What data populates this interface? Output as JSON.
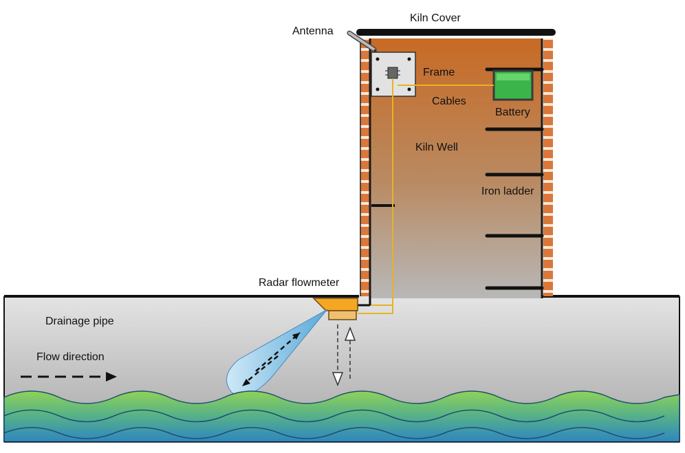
{
  "labels": {
    "kiln_cover": "Kiln Cover",
    "antenna": "Antenna",
    "frame": "Frame",
    "cables": "Cables",
    "battery": "Battery",
    "kiln_well": "Kiln Well",
    "iron_ladder": "Iron ladder",
    "radar_flowmeter": "Radar flowmeter",
    "drainage_pipe": "Drainage pipe",
    "flow_direction": "Flow direction"
  },
  "colors": {
    "well_top": "#c86a24",
    "well_bottom": "#b8b8b8",
    "brick": "#d2691e",
    "cable": "#e6b325",
    "battery": "#3bb54a",
    "water_top": "#7ec850",
    "water_bottom": "#2e86c1",
    "pipe_top": "#e8e8e8",
    "pipe_bottom": "#a9a9a9",
    "flowmeter": "#f5a623"
  },
  "icons": {
    "antenna": "antenna-icon",
    "frame": "frame-icon",
    "battery": "battery-icon",
    "radar_beam": "radar-beam-icon",
    "flow_arrow": "dashed-arrow-right-icon"
  }
}
